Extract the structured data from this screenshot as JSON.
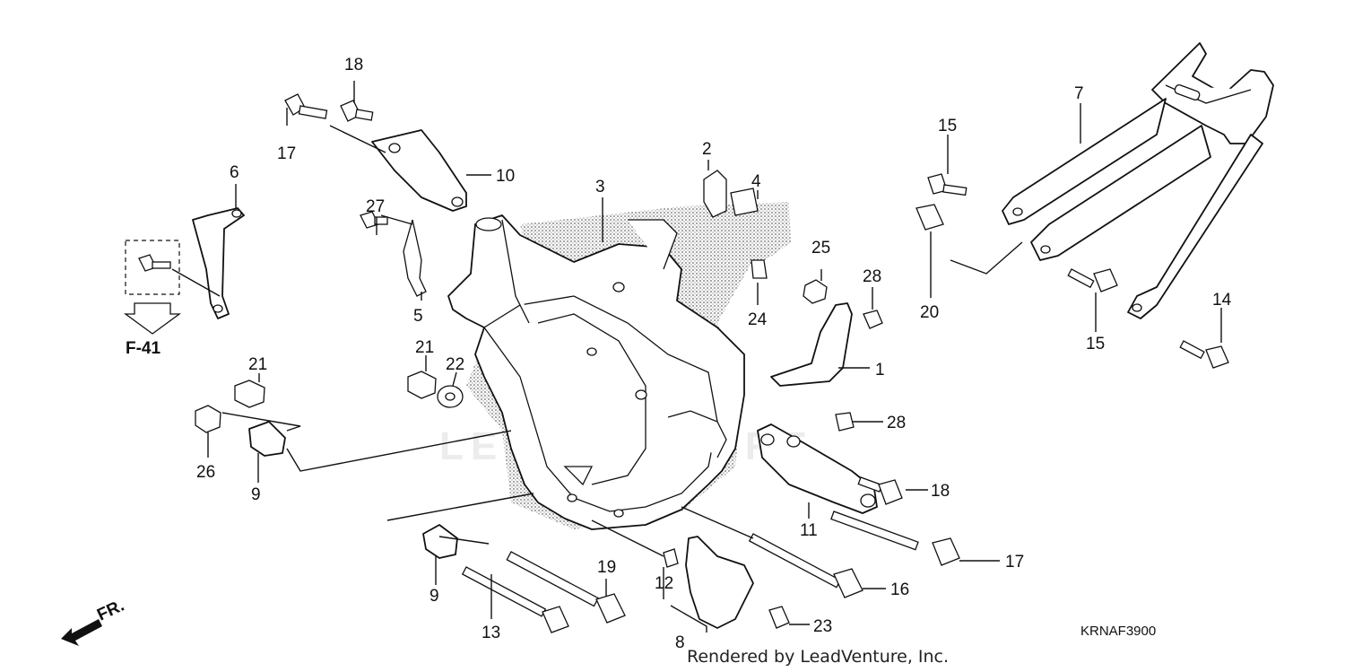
{
  "diagram": {
    "reference_code": "KRNAF3900",
    "credit_text": "Rendered by LeadVenture, Inc.",
    "watermark_text": "LEADVENTURE",
    "reference_figure": "F-41",
    "front_arrow_label": "FR.",
    "callouts": [
      "1",
      "2",
      "3",
      "4",
      "5",
      "6",
      "7",
      "8",
      "9",
      "9",
      "10",
      "11",
      "12",
      "13",
      "14",
      "15",
      "15",
      "16",
      "17",
      "17",
      "18",
      "18",
      "19",
      "20",
      "21",
      "21",
      "22",
      "23",
      "24",
      "25",
      "26",
      "27",
      "28",
      "28"
    ]
  }
}
